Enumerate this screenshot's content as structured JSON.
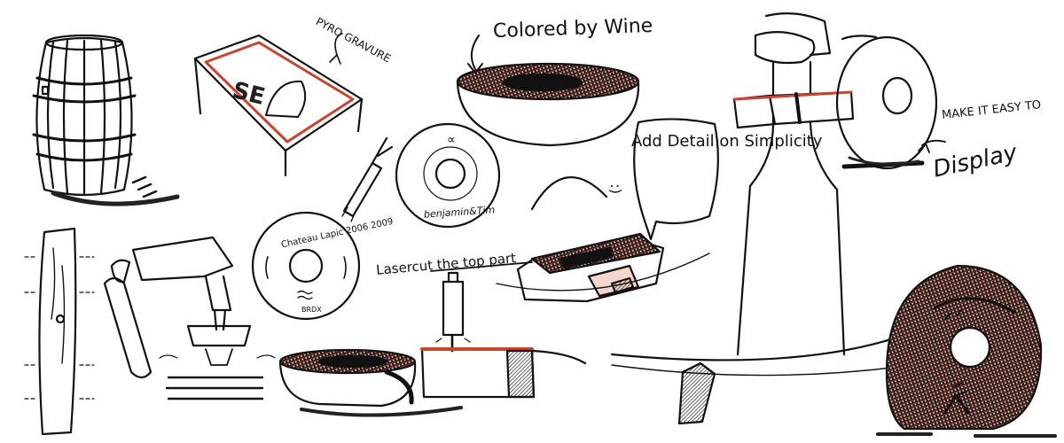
{
  "palette": {
    "ink": "#111111",
    "accent": "#c9432f",
    "wood_fill": "#e9b9a8",
    "shadow": "#222222"
  },
  "annotations": {
    "pyro": "PYRO\nGRAVURE",
    "colored": "Colored by Wine",
    "easy": "MAKE IT\nEASY TO",
    "display": "Display",
    "detail": "Add\nDetail on\nSimplicity",
    "laser": "Lasercut\nthe top\npart",
    "chateau": "Chateau Lapic\n2006 2009",
    "bx": "BRDX",
    "signature": "benjamin&Tim",
    "alpha": "∝",
    "smile": ":)",
    "monogram": "SE"
  }
}
